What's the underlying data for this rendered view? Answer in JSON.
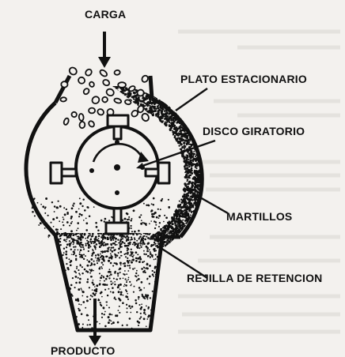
{
  "diagram": {
    "labels": {
      "carga": "CARGA",
      "plato_estacionario": "PLATO ESTACIONARIO",
      "disco_giratorio": "DISCO GIRATORIO",
      "martillos": "MARTILLOS",
      "rejilla_de_retencion": "REJILLA DE RETENCION",
      "producto": "PRODUCTO"
    },
    "colors": {
      "ink": "#111111",
      "paper": "#f3f1ee",
      "background_text": "#d9d6d2"
    }
  }
}
